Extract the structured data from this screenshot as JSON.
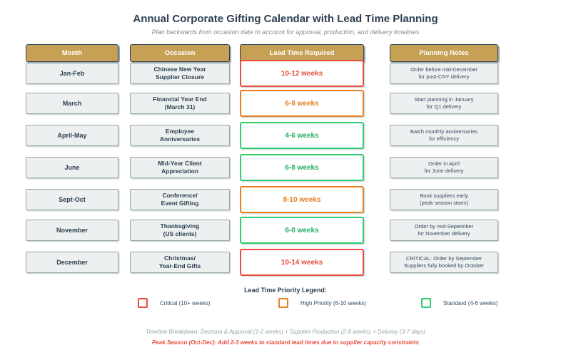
{
  "title": "Annual Corporate Gifting Calendar with Lead Time Planning",
  "subtitle": "Plan backwards from occasion date to account for approval, production, and delivery timelines",
  "columns": [
    "Month",
    "Occasion",
    "Lead Time Required",
    "Planning Notes"
  ],
  "rows": [
    {
      "month": "Jan-Feb",
      "occasion_line1": "Chinese New Year",
      "occasion_line2": "Supplier Closure",
      "lead_time": "10-12 weeks",
      "priority": "critical",
      "note_line1": "Order before mid-December",
      "note_line2": "for post-CNY delivery"
    },
    {
      "month": "March",
      "occasion_line1": "Financial Year End",
      "occasion_line2": "(March 31)",
      "lead_time": "6-8 weeks",
      "priority": "high",
      "note_line1": "Start planning in January",
      "note_line2": "for Q1 delivery"
    },
    {
      "month": "April-May",
      "occasion_line1": "Employee",
      "occasion_line2": "Anniversaries",
      "lead_time": "4-6 weeks",
      "priority": "standard",
      "note_line1": "Batch monthly anniversaries",
      "note_line2": "for efficiency"
    },
    {
      "month": "June",
      "occasion_line1": "Mid-Year Client",
      "occasion_line2": "Appreciation",
      "lead_time": "6-8 weeks",
      "priority": "standard",
      "note_line1": "Order in April",
      "note_line2": "for June delivery"
    },
    {
      "month": "Sept-Oct",
      "occasion_line1": "Conference/",
      "occasion_line2": "Event Gifting",
      "lead_time": "8-10 weeks",
      "priority": "high",
      "note_line1": "Book suppliers early",
      "note_line2": "(peak season starts)"
    },
    {
      "month": "November",
      "occasion_line1": "Thanksgiving",
      "occasion_line2": "(US clients)",
      "lead_time": "6-8 weeks",
      "priority": "standard",
      "note_line1": "Order by mid-September",
      "note_line2": "for November delivery"
    },
    {
      "month": "December",
      "occasion_line1": "Christmas/",
      "occasion_line2": "Year-End Gifts",
      "lead_time": "10-14 weeks",
      "priority": "critical",
      "note_line1": "CRITICAL: Order by September",
      "note_line2": "Suppliers fully booked by October"
    }
  ],
  "legend": {
    "title": "Lead Time Priority Legend:",
    "items": [
      {
        "label": "Critical (10+ weeks)",
        "priority": "critical",
        "color": "#E74C3C"
      },
      {
        "label": "High Priority (6-10 weeks)",
        "priority": "high",
        "color": "#E67E22"
      },
      {
        "label": "Standard (4-6 weeks)",
        "priority": "standard",
        "color": "#2ECC71"
      }
    ]
  },
  "footers": {
    "timeline": "Timeline Breakdown: Decision & Approval (1-2 weeks) + Supplier Production (2-8 weeks) + Delivery (3-7 days)",
    "peak_season": "Peak Season (Oct-Dec): Add 2-3 weeks to standard lead times due to supplier capacity constraints"
  },
  "colors": {
    "gold": "#C6A155",
    "navy": "#2C3E50",
    "critical": "#E74C3C",
    "high": "#E67E22",
    "standard": "#2ECC71",
    "grayfill": "#ECF0F1",
    "grayborder": "#95A5A6"
  },
  "chart_data": {
    "type": "table",
    "title": "Annual Corporate Gifting Calendar with Lead Time Planning",
    "columns": [
      "Month",
      "Occasion",
      "Lead Time Required",
      "Planning Notes"
    ],
    "rows": [
      [
        "Jan-Feb",
        "Chinese New Year Supplier Closure",
        "10-12 weeks",
        "Order before mid-December for post-CNY delivery"
      ],
      [
        "March",
        "Financial Year End (March 31)",
        "6-8 weeks",
        "Start planning in January for Q1 delivery"
      ],
      [
        "April-May",
        "Employee Anniversaries",
        "4-6 weeks",
        "Batch monthly anniversaries for efficiency"
      ],
      [
        "June",
        "Mid-Year Client Appreciation",
        "6-8 weeks",
        "Order in April for June delivery"
      ],
      [
        "Sept-Oct",
        "Conference/ Event Gifting",
        "8-10 weeks",
        "Book suppliers early (peak season starts)"
      ],
      [
        "November",
        "Thanksgiving (US clients)",
        "6-8 weeks",
        "Order by mid-September for November delivery"
      ],
      [
        "December",
        "Christmas/ Year-End Gifts",
        "10-14 weeks",
        "CRITICAL: Order by September Suppliers fully booked by October"
      ]
    ]
  }
}
